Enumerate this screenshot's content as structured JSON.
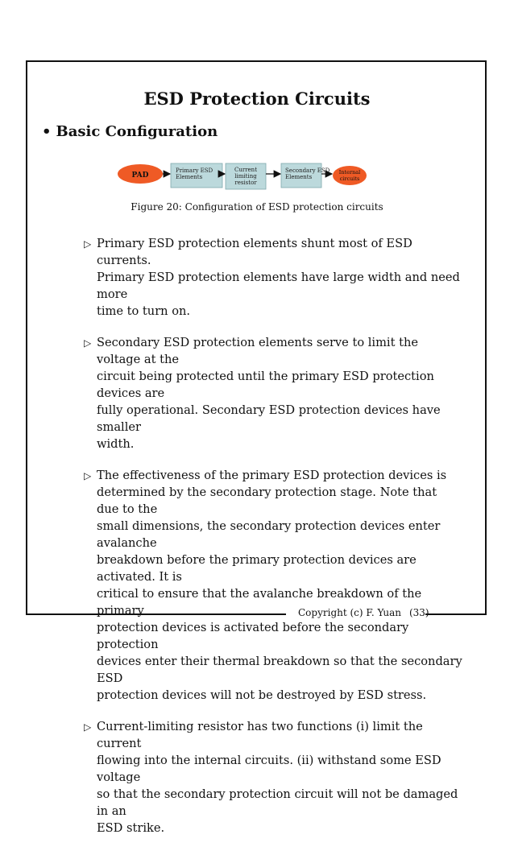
{
  "title": "ESD Protection Circuits",
  "section": {
    "bullet": "•",
    "heading": "Basic Configuration"
  },
  "diagram": {
    "pad": "PAD",
    "primary": [
      "Primary ESD",
      "Elements"
    ],
    "resistor": [
      "Current",
      "limiting",
      "resistor"
    ],
    "secondary": [
      "Secondary ESD",
      "Elements"
    ],
    "internal": [
      "Internal",
      "circuits"
    ],
    "colors": {
      "oval": "#ef5a25",
      "box": "#bcd9dc",
      "box_border": "#7fa8ad",
      "arrow": "#111111"
    }
  },
  "caption": "Figure 20: Configuration of ESD protection circuits",
  "items": [
    {
      "marker": "▷",
      "lines": [
        "Primary ESD protection elements shunt most of ESD currents.",
        "Primary ESD protection elements have large width and need more",
        "time to turn on."
      ]
    },
    {
      "marker": "▷",
      "lines": [
        "Secondary ESD protection elements serve to limit the voltage at the",
        "circuit being protected until the primary ESD protection devices are",
        "fully operational. Secondary ESD protection devices have smaller",
        "width."
      ]
    },
    {
      "marker": "▷",
      "lines": [
        "The effectiveness of the primary ESD protection devices is",
        "determined by the secondary protection stage. Note that due to the",
        "small dimensions, the secondary protection devices enter avalanche",
        "breakdown before the primary protection devices are activated. It is",
        "critical to ensure that the avalanche breakdown of the primary",
        "protection devices is activated before the secondary protection",
        "devices enter their thermal breakdown so that the secondary ESD",
        "protection devices will not be destroyed by ESD stress."
      ]
    },
    {
      "marker": "▷",
      "lines": [
        "Current-limiting resistor has two functions (i) limit the current",
        "flowing into the internal circuits. (ii) withstand some ESD voltage",
        "so that the secondary protection circuit will not be damaged in an",
        "ESD strike."
      ]
    }
  ],
  "footer": {
    "copyright": "Copyright (c) F. Yuan",
    "page": "(33)"
  }
}
